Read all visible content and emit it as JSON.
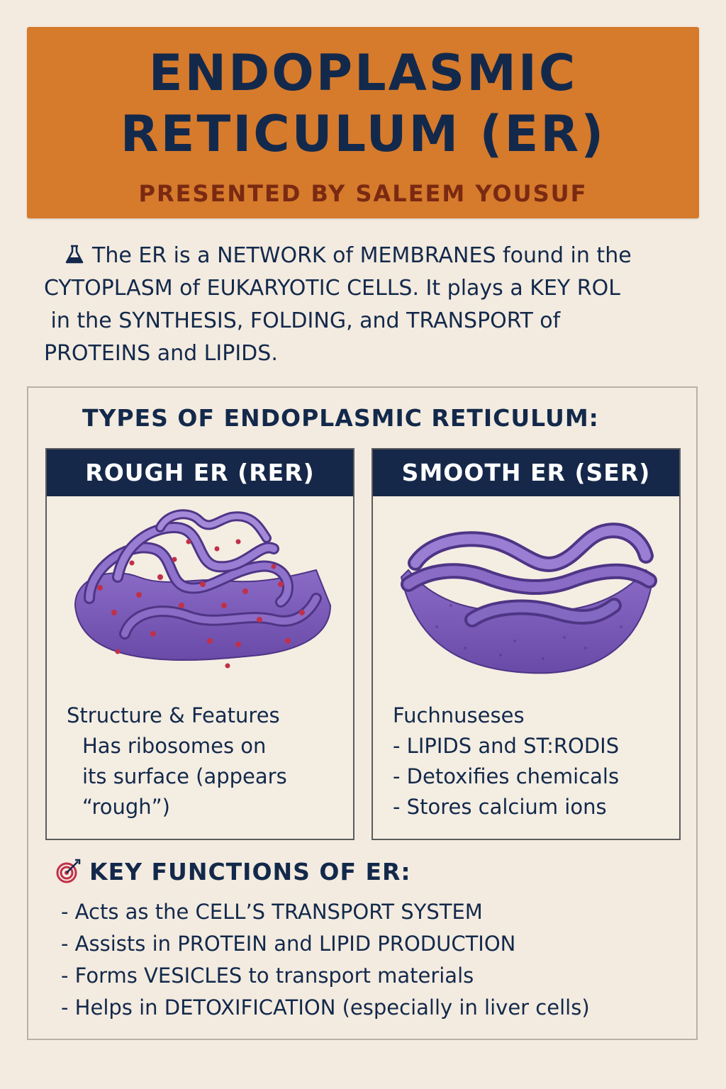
{
  "header": {
    "title_line1": "ENDOPLASMIC",
    "title_line2": "RETICULUM (ER)",
    "subtitle": "PRESENTED BY SALEEM YOUSUF"
  },
  "intro": {
    "icon": "flask-icon",
    "lines": [
      "The ER is a NETWORK of MEMBRANES found in the",
      "CYTOPLASM of EUKARYOTIC CELLS. It plays a KEY ROL",
      " in the SYNTHESIS, FOLDING, and TRANSPORT of",
      "PROTEINS and LIPIDS."
    ]
  },
  "types": {
    "heading": "TYPES OF ENDOPLASMIC RETICULUM:",
    "rough": {
      "title": "ROUGH ER (RER)",
      "lines": [
        "Structure & Features",
        "Has ribosomes on",
        "its surface (appears",
        "“rough”)"
      ]
    },
    "smooth": {
      "title": "SMOOTH ER (SER)",
      "lines": [
        "Fuchnuseses",
        "- LIPIDS and ST:RODIS",
        "- Detoxifies chemicals",
        "- Stores calcium ions"
      ]
    }
  },
  "key_functions": {
    "icon": "target-icon",
    "heading": "KEY FUNCTIONS OF ER:",
    "items": [
      "- Acts as the CELL’S TRANSPORT SYSTEM",
      "- Assists in PROTEIN and LIPID PRODUCTION",
      "- Forms VESICLES to transport materials",
      "- Helps in DETOXIFICATION (especially in liver cells)"
    ]
  },
  "colors": {
    "background": "#f3ebe0",
    "banner": "#d67a2c",
    "navy": "#13294b",
    "subtitle": "#7a2a12",
    "er_purple": "#7b5bb5",
    "ribosome_red": "#c0304a"
  }
}
